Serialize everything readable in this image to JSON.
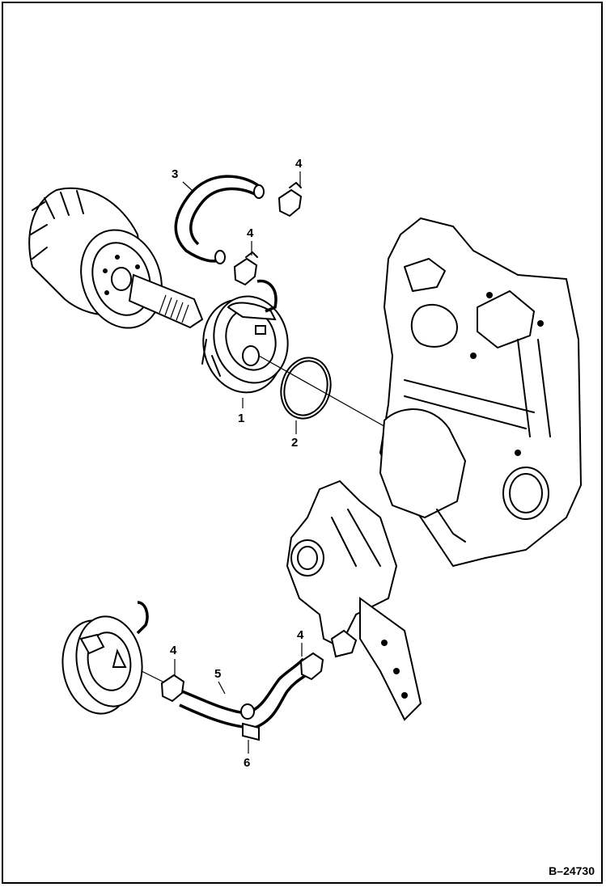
{
  "figure_id": "B–24730",
  "callouts": {
    "c1": "1",
    "c2": "2",
    "c3": "3",
    "c4a": "4",
    "c4b": "4",
    "c4c": "4",
    "c4d": "4",
    "c5": "5",
    "c6": "6"
  }
}
